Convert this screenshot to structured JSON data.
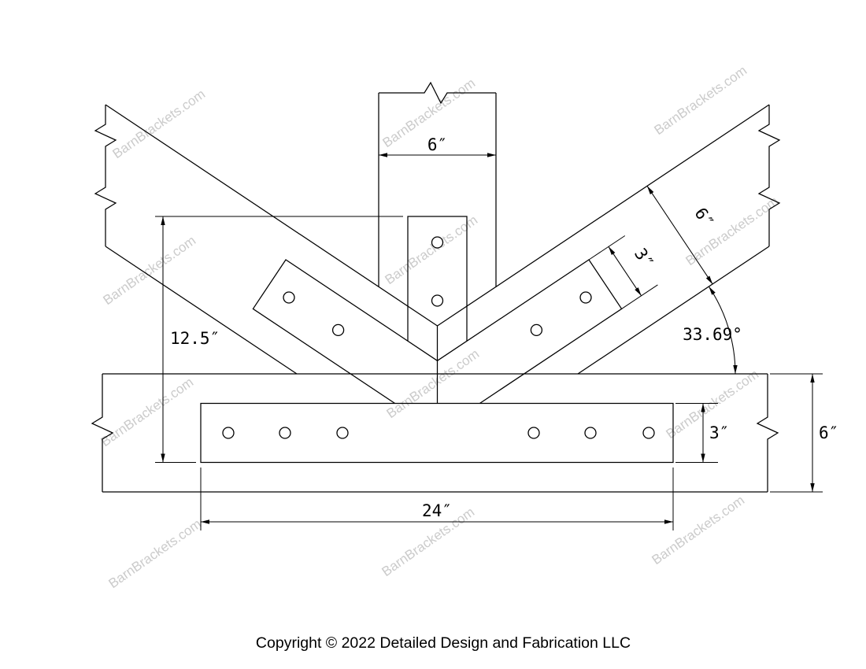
{
  "watermark": {
    "text": "BarnBrackets.com",
    "color": "#cbcbcb"
  },
  "footer": {
    "copyright": "Copyright © 2022 Detailed Design and Fabrication LLC"
  },
  "dimensions": {
    "post_width": "6″",
    "brace_width": "6″",
    "brace_plate_width": "3″",
    "brace_angle": "33.69°",
    "bracket_height": "12.5″",
    "plate_height": "3″",
    "beam_height": "6″",
    "plate_length": "24″"
  },
  "colors": {
    "line": "#000000",
    "background": "#ffffff"
  }
}
